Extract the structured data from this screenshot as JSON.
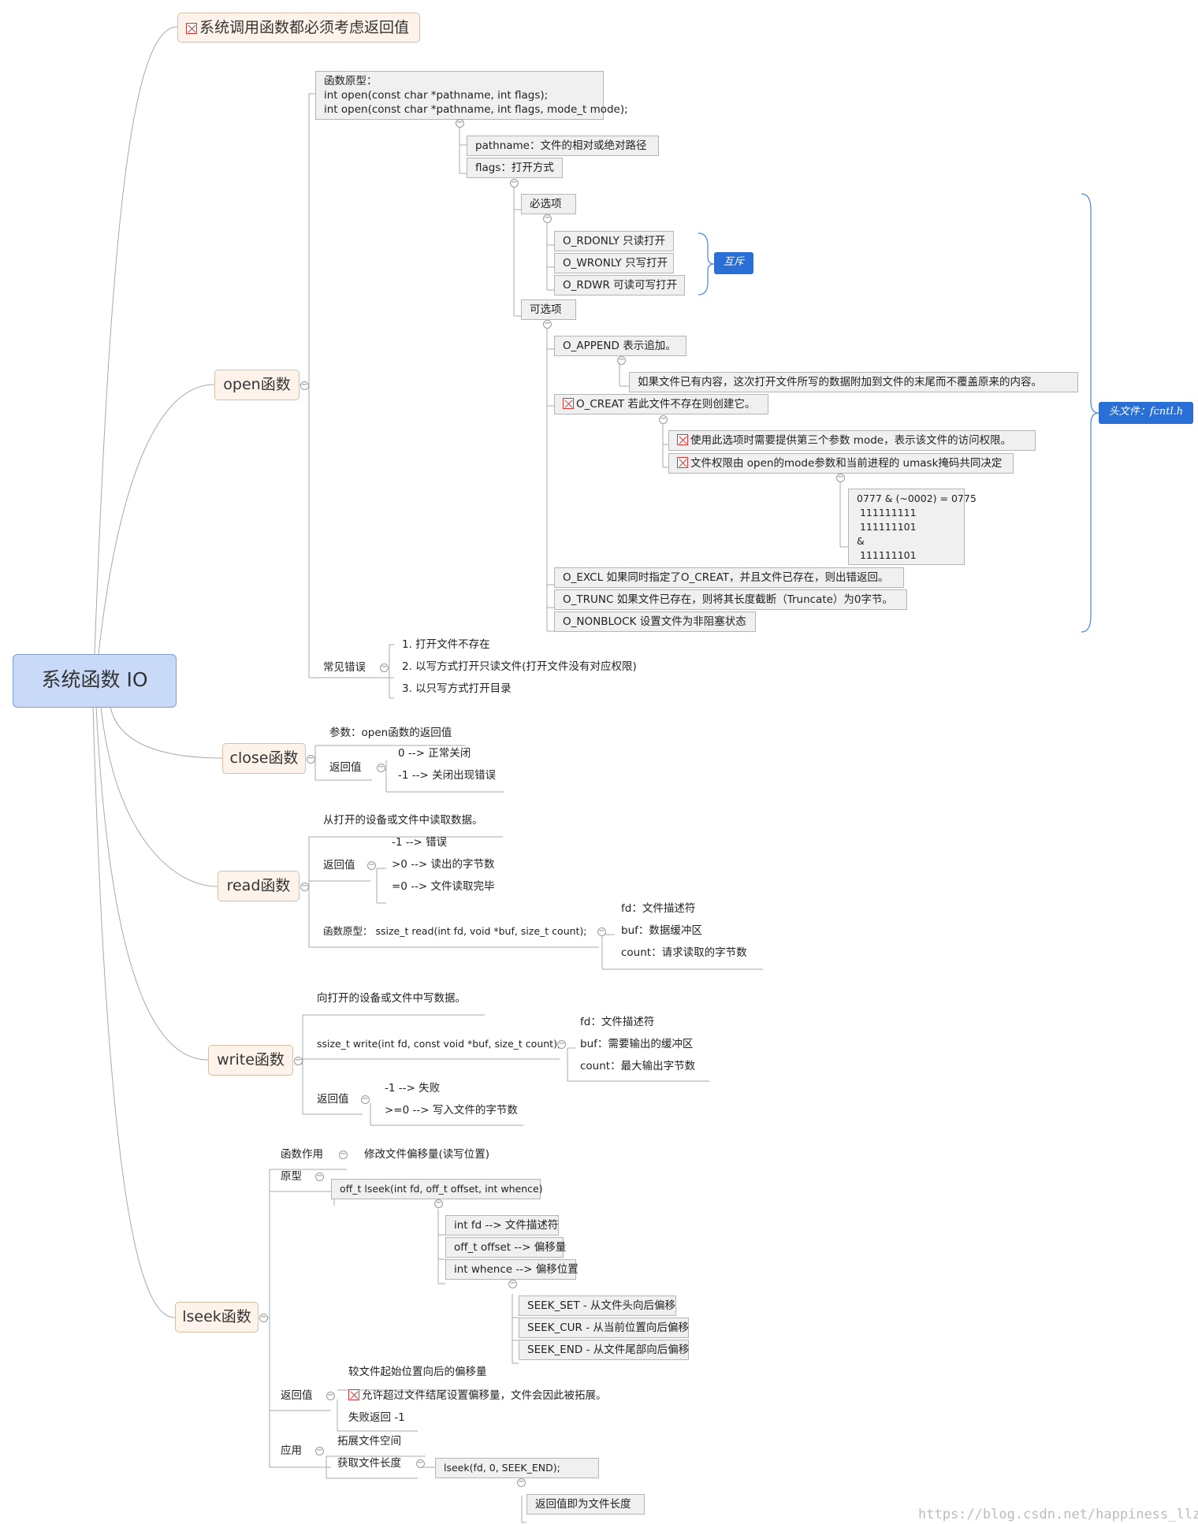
{
  "root": "系统函数 IO",
  "note": "系统调用函数都必须考虑返回值",
  "open": {
    "label": "open函数",
    "proto": "函数原型：\nint open(const char *pathname, int flags);\nint open(const char *pathname, int flags, mode_t mode);",
    "pathname": "pathname：文件的相对或绝对路径",
    "flags": "flags：打开方式",
    "required": "必选项",
    "rdonly": "O_RDONLY 只读打开",
    "wronly": "O_WRONLY 只写打开",
    "rdwr": "O_RDWR 可读可写打开",
    "mutex": "互斥",
    "optional": "可选项",
    "append": "O_APPEND 表示追加。",
    "append_desc": "如果文件已有内容，这次打开文件所写的数据附加到文件的末尾而不覆盖原来的内容。",
    "creat": "O_CREAT 若此文件不存在则创建它。",
    "creat_mode": "使用此选项时需要提供第三个参数 mode，表示该文件的访问权限。",
    "creat_umask": "文件权限由 open的mode参数和当前进程的 umask掩码共同决定",
    "umask_calc": "0777 & (~0002) = 0775\n 111111111\n 111111101\n&\n 111111101",
    "excl": "O_EXCL 如果同时指定了O_CREAT，并且文件已存在，则出错返回。",
    "trunc": "O_TRUNC 如果文件已存在，则将其长度截断（Truncate）为0字节。",
    "nonblock": "O_NONBLOCK 设置文件为非阻塞状态",
    "header": "头文件：fcntl.h",
    "errors": "常见错误",
    "err1": "1. 打开文件不存在",
    "err2": "2. 以写方式打开只读文件(打开文件没有对应权限)",
    "err3": "3. 以只写方式打开目录"
  },
  "close": {
    "label": "close函数",
    "param": "参数：open函数的返回值",
    "ret": "返回值",
    "ok": "0 --> 正常关闭",
    "err": "-1 --> 关闭出现错误"
  },
  "read": {
    "label": "read函数",
    "desc": "从打开的设备或文件中读取数据。",
    "ret": "返回值",
    "r1": "-1 --> 错误",
    "r2": ">0 --> 读出的字节数",
    "r3": "=0 --> 文件读取完毕",
    "proto": "函数原型：  ssize_t read(int fd, void *buf, size_t count);",
    "fd": "fd：文件描述符",
    "buf": "buf：数据缓冲区",
    "count": "count：请求读取的字节数"
  },
  "write": {
    "label": "write函数",
    "desc": "向打开的设备或文件中写数据。",
    "proto": "ssize_t write(int fd, const void *buf, size_t count);",
    "fd": "fd：文件描述符",
    "buf": "buf：需要输出的缓冲区",
    "count": "count：最大输出字节数",
    "ret": "返回值",
    "r1": "-1 --> 失败",
    "r2": ">=0 --> 写入文件的字节数"
  },
  "lseek": {
    "label": "lseek函数",
    "role": "函数作用",
    "role_desc": "修改文件偏移量(读写位置)",
    "proto_label": "原型",
    "proto": "off_t lseek(int fd, off_t offset, int whence)",
    "p_fd": "int fd --> 文件描述符",
    "p_off": "off_t offset --> 偏移量",
    "p_wh": "int whence --> 偏移位置",
    "set": "SEEK_SET - 从文件头向后偏移",
    "cur": "SEEK_CUR - 从当前位置向后偏移",
    "end": "SEEK_END - 从文件尾部向后偏移",
    "ret": "返回值",
    "ret1": "较文件起始位置向后的偏移量",
    "ret2": "允许超过文件结尾设置偏移量，文件会因此被拓展。",
    "ret3": "失败返回 -1",
    "use": "应用",
    "use1": "拓展文件空间",
    "use2": "获取文件长度",
    "use2_code": "lseek(fd, 0, SEEK_END);",
    "use2_desc": "返回值即为文件长度"
  },
  "watermark": "https://blog.csdn.net/happiness_llz",
  "colors": {
    "root": "#c9daf8",
    "main": "#fdf3ea",
    "tag": "#2a6fd6"
  }
}
